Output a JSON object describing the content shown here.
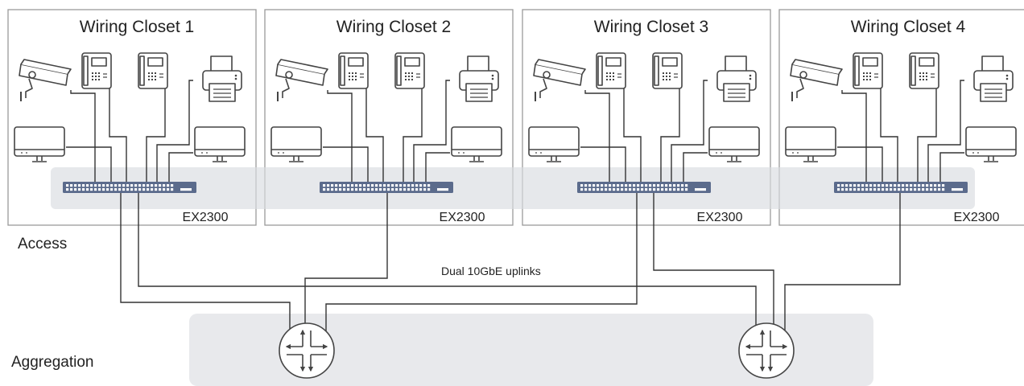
{
  "closets": [
    {
      "title": "Wiring Closet 1",
      "switch_model": "EX2300"
    },
    {
      "title": "Wiring Closet 2",
      "switch_model": "EX2300"
    },
    {
      "title": "Wiring Closet 3",
      "switch_model": "EX2300"
    },
    {
      "title": "Wiring Closet 4",
      "switch_model": "EX2300"
    }
  ],
  "tiers": {
    "access": "Access",
    "aggregation": "Aggregation"
  },
  "uplink_label": "Dual 10GbE uplinks",
  "colors": {
    "band": "#e8e9ec",
    "frame": "#9a9a9a",
    "line": "#333333",
    "switch": "#5b6b8c"
  },
  "icons": [
    "camera-icon",
    "ip-phone-icon",
    "printer-icon",
    "monitor-icon",
    "switch-icon",
    "router-icon"
  ]
}
